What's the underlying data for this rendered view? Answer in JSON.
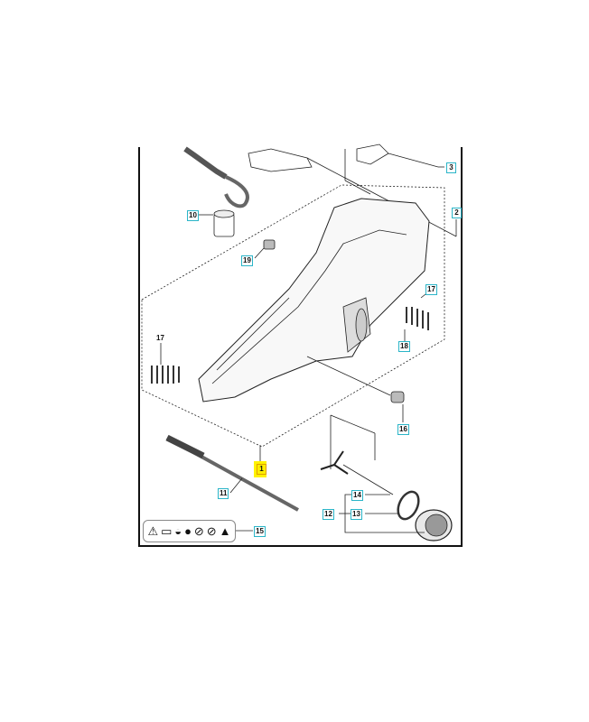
{
  "diagram": {
    "type": "exploded parts diagram",
    "subject": "chainsaw rear handle / fuel tank assembly",
    "accent_color": "#2bb5c8",
    "highlight_color": "#fff200"
  },
  "callouts": {
    "c1": "1",
    "c2": "2",
    "c3": "3",
    "c10": "10",
    "c11": "11",
    "c12": "12",
    "c13": "13",
    "c14": "14",
    "c15": "15",
    "c16": "16",
    "c17a": "17",
    "c17b": "17",
    "c18": "18",
    "c19": "19"
  },
  "warning_label": {
    "icons": [
      "warning-triangle",
      "manual-book",
      "ear-protection",
      "two-hands",
      "no-one-hand",
      "no-kickback",
      "kickback-hazard"
    ],
    "glyphs": [
      "⚠",
      "▭",
      "◒",
      "●",
      "⊘",
      "⊘",
      "▲"
    ]
  }
}
